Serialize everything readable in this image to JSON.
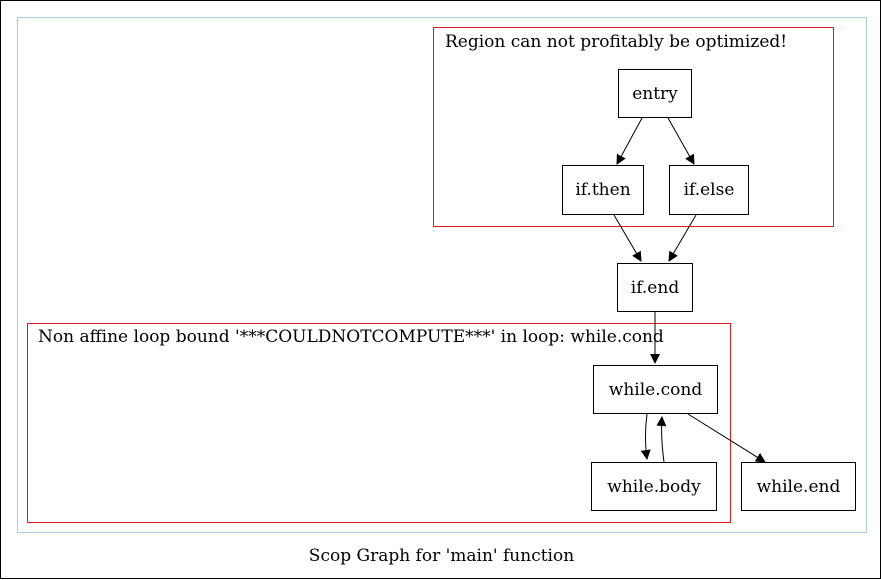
{
  "graph": {
    "caption": "Scop Graph for 'main' function",
    "regions": [
      {
        "id": "region-1",
        "label": "Region can not profitably be optimized!"
      },
      {
        "id": "region-2",
        "label": "Non affine loop bound '***COULDNOTCOMPUTE***' in loop: while.cond"
      }
    ],
    "nodes": {
      "entry": "entry",
      "if_then": "if.then",
      "if_else": "if.else",
      "if_end": "if.end",
      "while_cond": "while.cond",
      "while_body": "while.body",
      "while_end": "while.end"
    },
    "edges": [
      {
        "from": "entry",
        "to": "if.then"
      },
      {
        "from": "entry",
        "to": "if.else"
      },
      {
        "from": "if.then",
        "to": "if.end"
      },
      {
        "from": "if.else",
        "to": "if.end"
      },
      {
        "from": "if.end",
        "to": "while.cond"
      },
      {
        "from": "while.cond",
        "to": "while.body"
      },
      {
        "from": "while.body",
        "to": "while.cond"
      },
      {
        "from": "while.cond",
        "to": "while.end"
      }
    ]
  }
}
